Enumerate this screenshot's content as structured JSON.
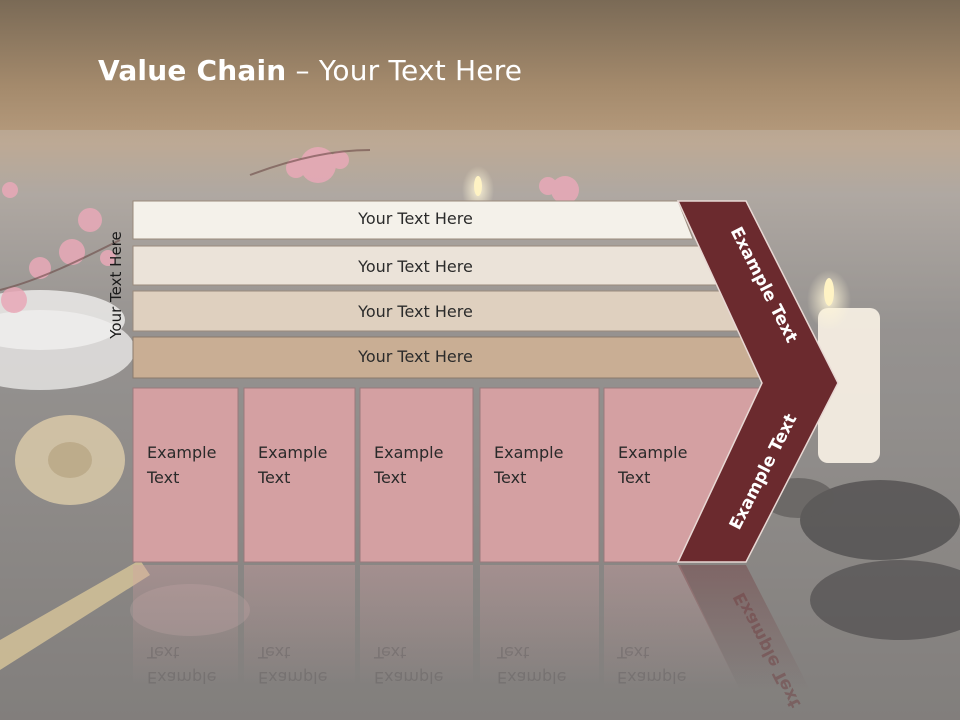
{
  "slide": {
    "title_bold": "Value Chain",
    "title_rest": " – Your Text Here",
    "vertical_label": "Your Text Here"
  },
  "rows": [
    {
      "label": "Your Text Here",
      "color": "#f4f1ea"
    },
    {
      "label": "Your Text Here",
      "color": "#ebe3d9"
    },
    {
      "label": "Your Text Here",
      "color": "#dfd0bf"
    },
    {
      "label": "Your Text Here",
      "color": "#c9ae94"
    }
  ],
  "boxes": [
    {
      "line1": "Example",
      "line2": "Text"
    },
    {
      "line1": "Example",
      "line2": "Text"
    },
    {
      "line1": "Example",
      "line2": "Text"
    },
    {
      "line1": "Example",
      "line2": "Text"
    },
    {
      "line1": "Example",
      "line2": "Text"
    }
  ],
  "chevron": {
    "upper_label": "Example Text",
    "lower_label": "Example Text",
    "color": "#6b2a2e"
  },
  "colors": {
    "box_fill": "#d4a0a2",
    "header_band": "#a88a6a",
    "background": "#7f7c77"
  }
}
